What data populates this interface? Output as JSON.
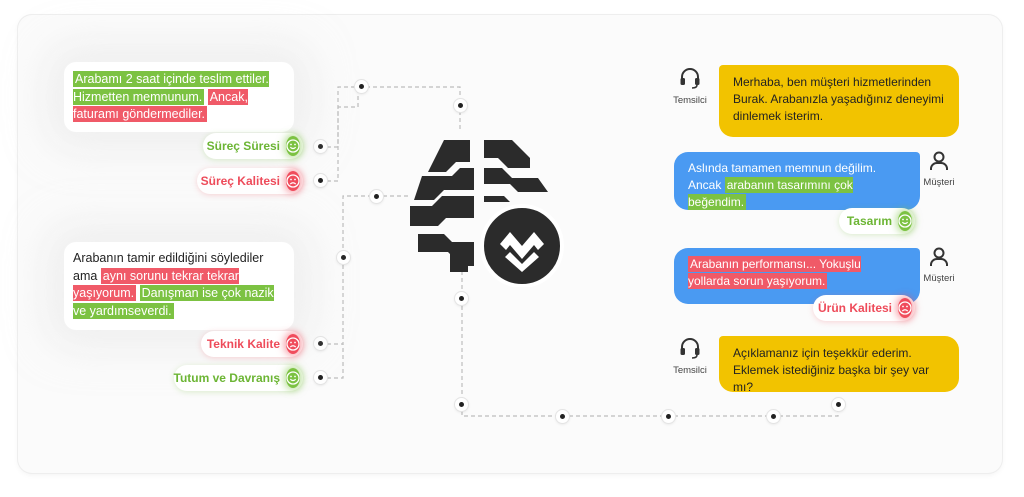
{
  "left_cards": [
    {
      "segments": [
        {
          "text": "Arabamı 2 saat içinde teslim ettiler. Hizmetten memnunum.",
          "style": "green"
        },
        {
          "text": " ",
          "style": "plain"
        },
        {
          "text": "Ancak, faturamı göndermediler.",
          "style": "red"
        }
      ],
      "tags": [
        {
          "label": "Süreç Süresi",
          "sentiment": "positive"
        },
        {
          "label": "Süreç Kalitesi",
          "sentiment": "negative"
        }
      ]
    },
    {
      "segments": [
        {
          "text": "Arabanın tamir edildiğini söylediler ama ",
          "style": "plain"
        },
        {
          "text": "aynı sorunu tekrar tekrar yaşıyorum.",
          "style": "red"
        },
        {
          "text": " ",
          "style": "plain"
        },
        {
          "text": "Danışman ise çok nazik ve yardımseverdi.",
          "style": "green"
        }
      ],
      "tags": [
        {
          "label": "Teknik Kalite",
          "sentiment": "negative"
        },
        {
          "label": "Tutum ve Davranış",
          "sentiment": "positive"
        }
      ]
    }
  ],
  "chat": [
    {
      "speaker": "Temsilci",
      "speaker_icon": "headset-icon",
      "color": "yellow",
      "segments": [
        {
          "text": "Merhaba, ben müşteri hizmetlerinden Burak. Arabanızla yaşadığınız deneyimi dinlemek isterim.",
          "style": "plain"
        }
      ]
    },
    {
      "speaker": "Müşteri",
      "speaker_icon": "user-icon",
      "color": "blue",
      "segments": [
        {
          "text": "Aslında tamamen memnun değilim. Ancak ",
          "style": "plain"
        },
        {
          "text": "arabanın tasarımını çok beğendim.",
          "style": "green"
        }
      ],
      "tag": {
        "label": "Tasarım",
        "sentiment": "positive"
      }
    },
    {
      "speaker": "Müşteri",
      "speaker_icon": "user-icon",
      "color": "blue",
      "segments": [
        {
          "text": "Arabanın performansı... Yokuşlu yollarda sorun yaşıyorum.",
          "style": "red"
        }
      ],
      "tag": {
        "label": "Ürün Kalitesi",
        "sentiment": "negative"
      }
    },
    {
      "speaker": "Temsilci",
      "speaker_icon": "headset-icon",
      "color": "yellow",
      "segments": [
        {
          "text": "Açıklamanız için teşekkür ederim. Eklemek istediğiniz başka bir şey var mı?",
          "style": "plain"
        }
      ]
    }
  ],
  "colors": {
    "positive": "#7cc242",
    "negative": "#f05a68",
    "agent_bubble": "#f2c300",
    "customer_bubble": "#4a9af2",
    "brain": "#2b2b2b"
  }
}
